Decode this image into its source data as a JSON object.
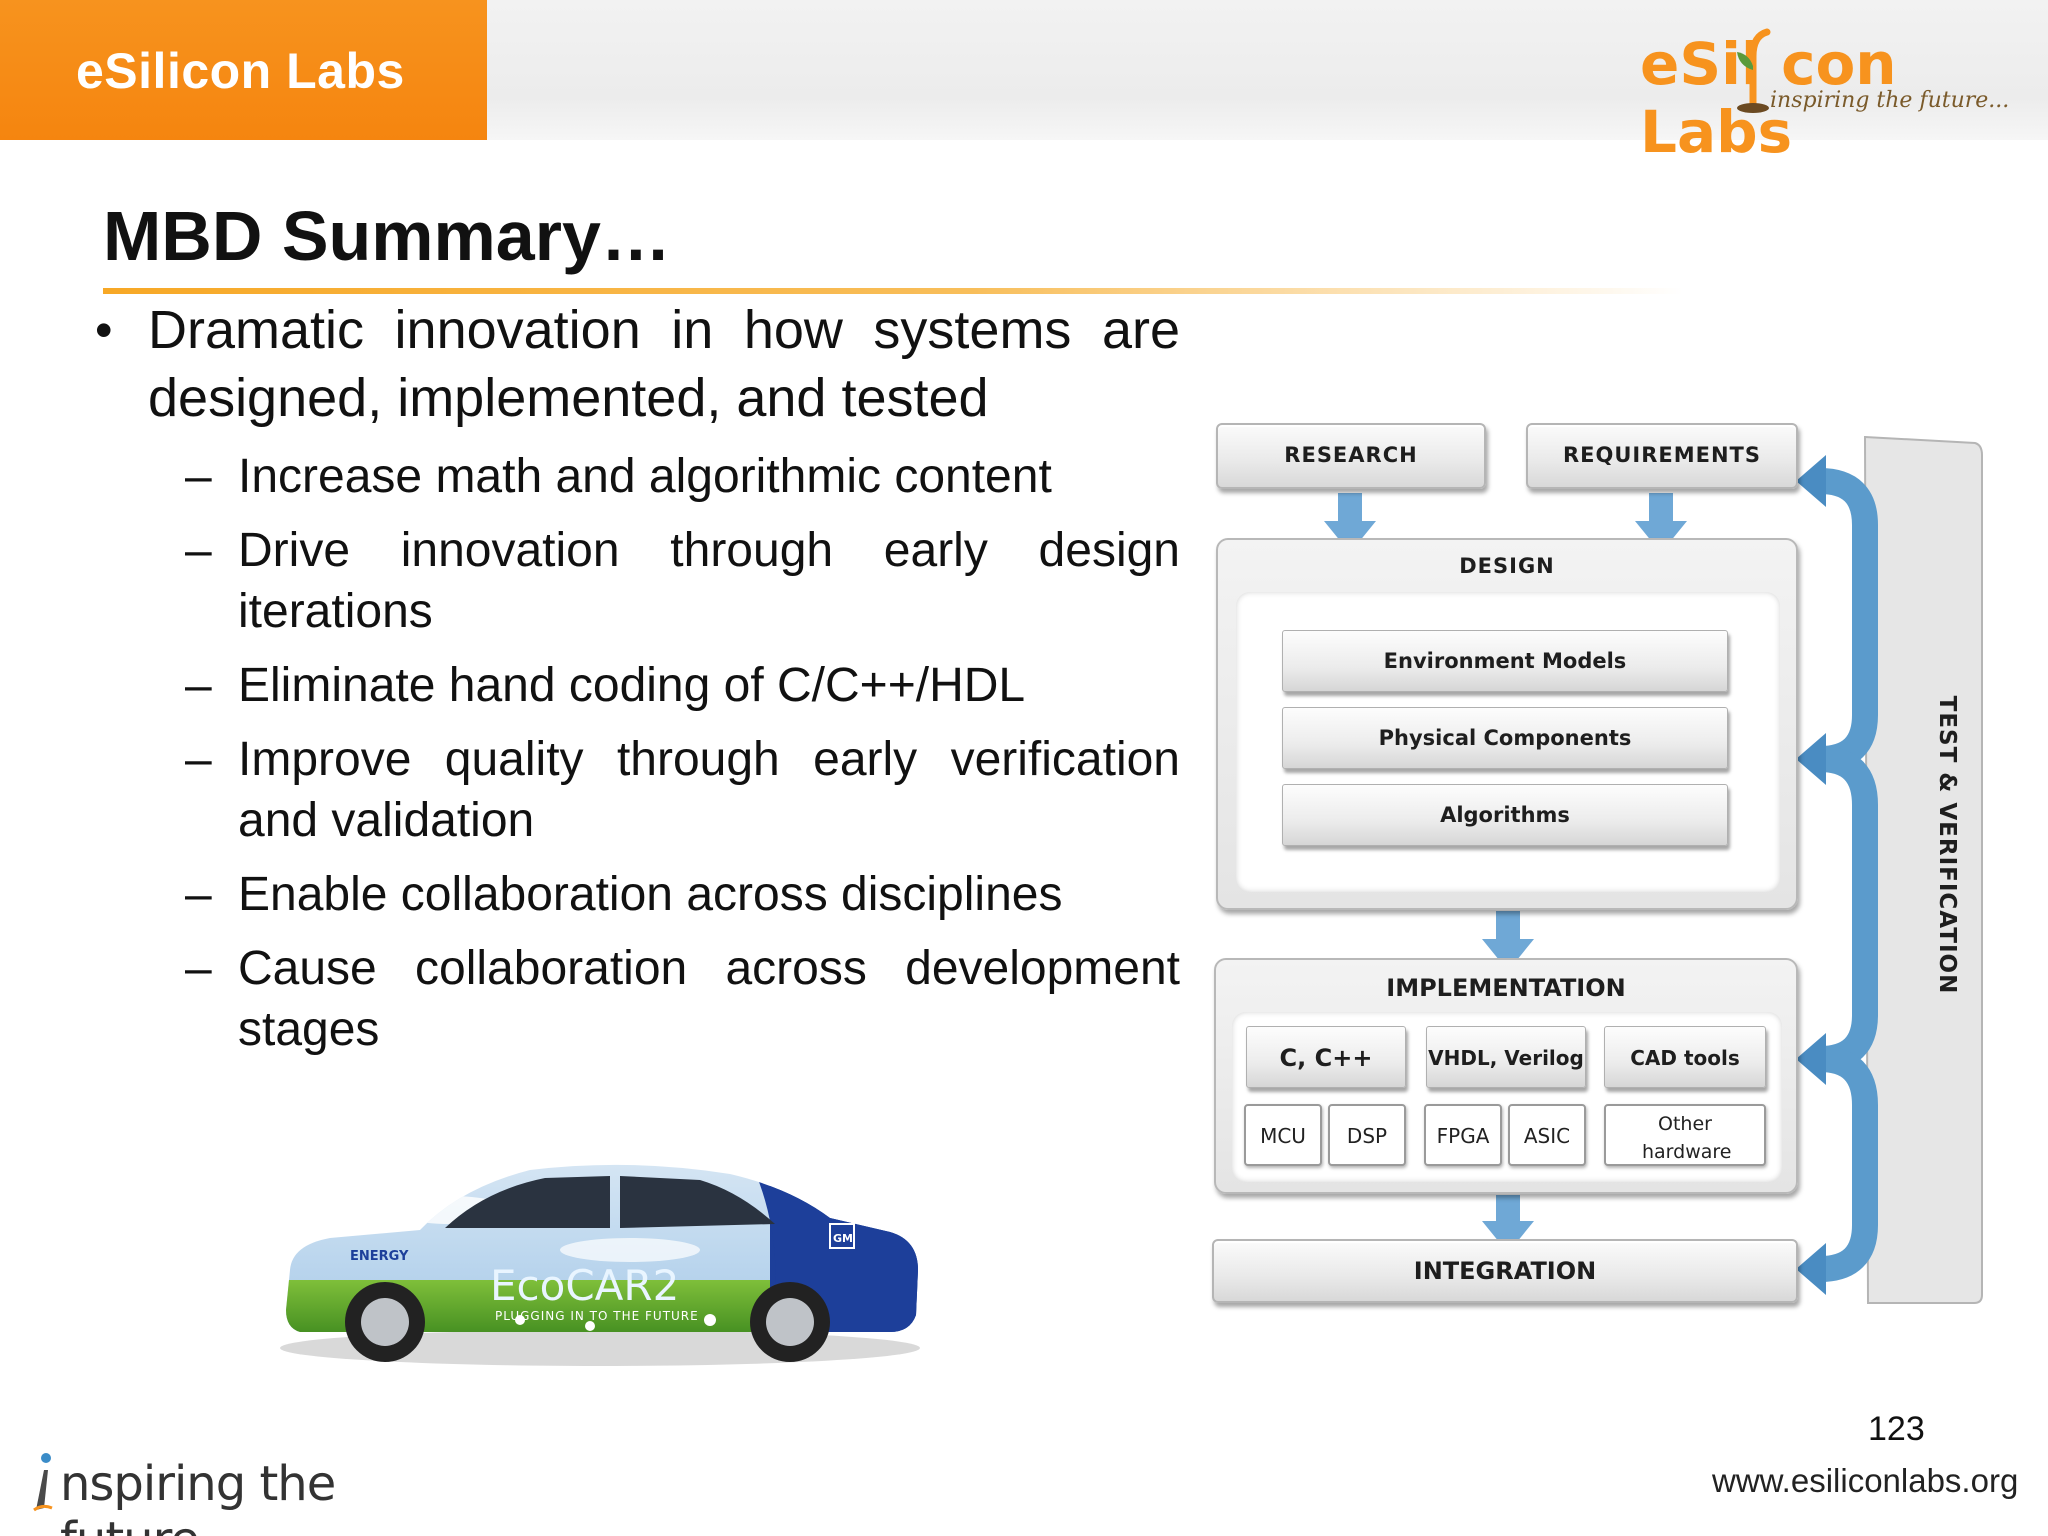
{
  "header": {
    "brand_box_text": "eSilicon Labs",
    "logo_text": "eSil  con Labs",
    "logo_tagline": "inspiring the future..."
  },
  "slide": {
    "title": "MBD Summary…",
    "bullet": {
      "text": "Dramatic innovation in how systems are designed, implemented, and tested",
      "sub_items": [
        "Increase math and algorithmic content",
        "Drive innovation through early design iterations",
        "Eliminate hand coding of C/C++/HDL",
        "Improve quality through early verification and validation",
        "Enable collaboration across disciplines",
        "Cause collaboration across development stages"
      ]
    }
  },
  "car": {
    "energy_text": "ENERGY",
    "eco_text": "EcoCAR2",
    "plug_text": "PLUGGING IN TO THE FUTURE",
    "gm_text": "GM"
  },
  "diagram": {
    "research": "RESEARCH",
    "requirements": "REQUIREMENTS",
    "design": {
      "title": "DESIGN",
      "items": [
        "Environment Models",
        "Physical Components",
        "Algorithms"
      ]
    },
    "implementation": {
      "title": "IMPLEMENTATION",
      "top_row": [
        "C, C++",
        "VHDL, Verilog",
        "CAD tools"
      ],
      "bottom_row": [
        "MCU",
        "DSP",
        "FPGA",
        "ASIC",
        "Other hardware"
      ]
    },
    "integration": "INTEGRATION",
    "test_verification": "TEST & VERIFICATION"
  },
  "footer": {
    "page_number": "123",
    "url": "www.esiliconlabs.org",
    "tagline": "nspiring the future"
  },
  "colors": {
    "brand_orange": "#f7931e",
    "arrow_blue": "#5b9bcc",
    "title_rule": "#f7a826"
  }
}
